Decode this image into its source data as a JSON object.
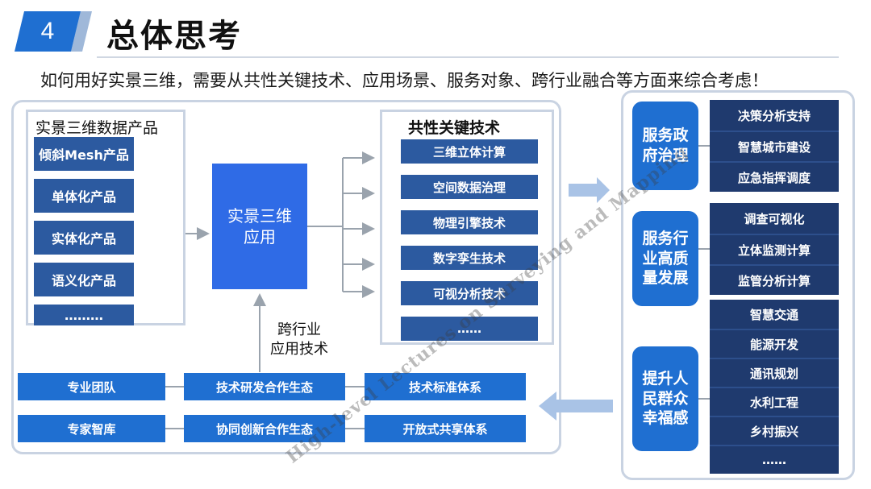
{
  "header": {
    "section_number": "4",
    "title": "总体思考",
    "subtitle": "如何用好实景三维，需要从共性关键技术、应用场景、服务对象、跨行业融合等方面来综合考虑！"
  },
  "products": {
    "title": "实景三维数据产品",
    "items": [
      "倾斜Mesh产品",
      "单体化产品",
      "实体化产品",
      "语义化产品",
      "………"
    ]
  },
  "application": {
    "label": "实景三维\n应用"
  },
  "tech": {
    "title": "共性关键技术",
    "items": [
      "三维立体计算",
      "空间数据治理",
      "物理引擎技术",
      "数字孪生技术",
      "可视分析技术",
      "……"
    ]
  },
  "cross_industry": {
    "label": "跨行业\n应用技术"
  },
  "ecosystem": {
    "row1": [
      "专业团队",
      "技术研发合作生态",
      "技术标准体系"
    ],
    "row2": [
      "专家智库",
      "协同创新合作生态",
      "开放式共享体系"
    ]
  },
  "services": [
    {
      "category": "服务政\n府治理",
      "items": [
        "决策分析支持",
        "智慧城市建设",
        "应急指挥调度"
      ]
    },
    {
      "category": "服务行\n业高质\n量发展",
      "items": [
        "调查可视化",
        "立体监测计算",
        "监管分析计算"
      ]
    },
    {
      "category": "提升人\n民群众\n幸福感",
      "items": [
        "智慧交通",
        "能源开发",
        "通讯规划",
        "水利工程",
        "乡村振兴",
        "……"
      ]
    }
  ],
  "watermark": {
    "text": "High-level Lectures on Surveying and Mapping"
  },
  "colors": {
    "accent": "#1f6fd1",
    "product": "#2c5aa0",
    "app": "#2f6be6",
    "item": "#1f3a6e",
    "border": "#c9d3e2"
  }
}
